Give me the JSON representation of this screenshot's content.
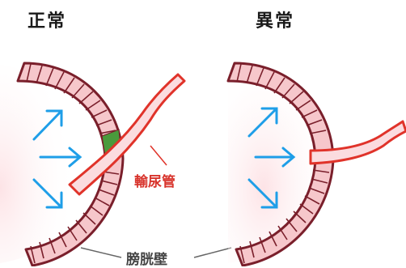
{
  "panels": {
    "normal": {
      "title": "正常"
    },
    "abnormal": {
      "title": "異常"
    }
  },
  "labels": {
    "ureter": "輸尿管",
    "bladder_wall": "膀胱壁"
  },
  "colors": {
    "wall_outline": "#7a1f2b",
    "wall_fill": "#f6c7cb",
    "bladder_glow": "#fde3e6",
    "ureter_stroke": "#e0332a",
    "ureter_fill": "#fbdcdf",
    "arrow": "#1e9ee8",
    "valve_green": "#4a9a3c",
    "label_ureter": "#d8342c",
    "label_bladder": "#444444"
  },
  "icons": {
    "flow_arrow": "arrow-icon"
  }
}
